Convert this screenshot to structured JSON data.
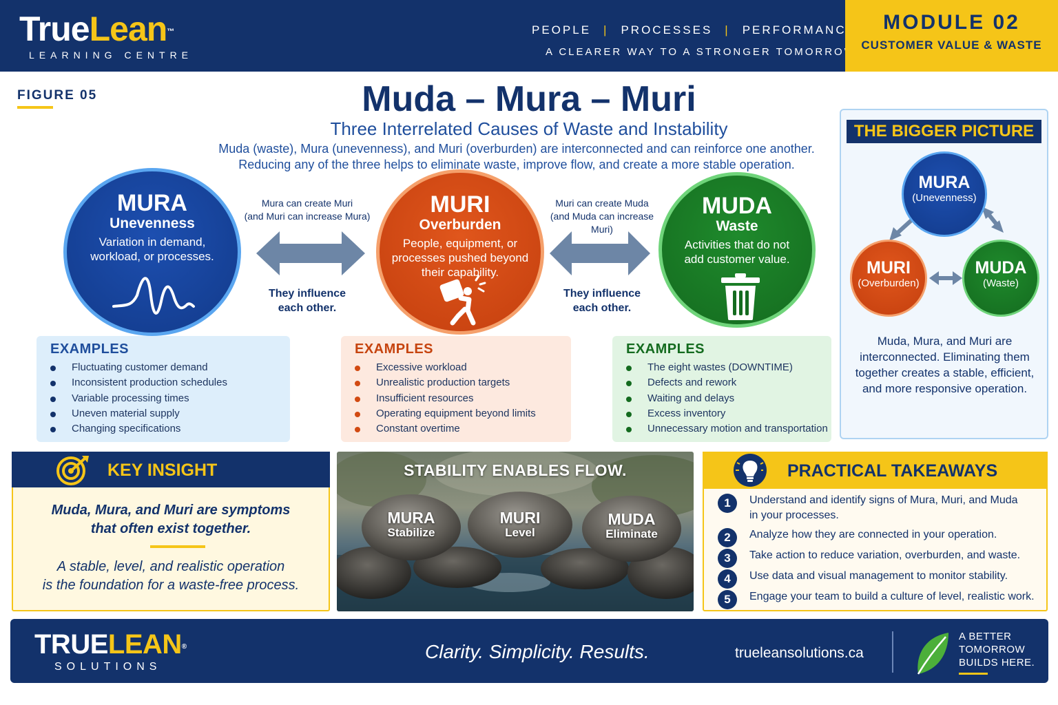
{
  "header": {
    "brand_true": "True",
    "brand_lean": "Lean",
    "brand_tm": "™",
    "brand_sub": "LEARNING CENTRE",
    "nav": [
      "PEOPLE",
      "PROCESSES",
      "PERFORMANCE"
    ],
    "nav_separator": "|",
    "tagline": "A CLEARER WAY TO A STRONGER TOMORROW",
    "module_number": "MODULE 02",
    "module_title": "CUSTOMER VALUE & WASTE"
  },
  "figure_label": "FIGURE 05",
  "title": "Muda – Mura – Muri",
  "subtitle": "Three Interrelated Causes of Waste and Instability",
  "intro_line1": "Muda (waste), Mura (unevenness), and Muri (overburden) are interconnected and can reinforce one another.",
  "intro_line2": "Reducing any of the three helps to eliminate waste, improve flow, and create a more stable operation.",
  "concepts": {
    "mura": {
      "name": "MURA",
      "subtitle": "Unevenness",
      "desc_line1": "Variation in demand,",
      "desc_line2": "workload, or processes.",
      "icon": "wave-icon"
    },
    "muri": {
      "name": "MURI",
      "subtitle": "Overburden",
      "desc_line1": "People, equipment, or",
      "desc_line2": "processes pushed beyond",
      "desc_line3": "their capability.",
      "icon": "heavy-load-person-icon"
    },
    "muda": {
      "name": "MUDA",
      "subtitle": "Waste",
      "desc_line1": "Activities that do not",
      "desc_line2": "add customer value.",
      "icon": "trash-can-icon"
    }
  },
  "relations": {
    "mura_muri_top1": "Mura can create Muri",
    "mura_muri_top2": "(and Muri can increase Mura)",
    "muri_muda_top1": "Muri can create Muda",
    "muri_muda_top2": "(and Muda can increase Muri)",
    "influence_line1": "They influence",
    "influence_line2": "each other."
  },
  "examples": {
    "heading": "EXAMPLES",
    "mura": [
      "Fluctuating customer demand",
      "Inconsistent production schedules",
      "Variable processing times",
      "Uneven material supply",
      "Changing specifications"
    ],
    "muri": [
      "Excessive workload",
      "Unrealistic production targets",
      "Insufficient resources",
      "Operating equipment beyond limits",
      "Constant overtime"
    ],
    "muda": [
      "The eight wastes (DOWNTIME)",
      "Defects and rework",
      "Waiting and delays",
      "Excess inventory",
      "Unnecessary motion and transportation"
    ]
  },
  "bigger_picture": {
    "title": "THE BIGGER PICTURE",
    "mura": {
      "name": "MURA",
      "sub": "(Unevenness)"
    },
    "muri": {
      "name": "MURI",
      "sub": "(Overburden)"
    },
    "muda": {
      "name": "MUDA",
      "sub": "(Waste)"
    },
    "text_line1": "Muda, Mura, and Muri are",
    "text_line2": "interconnected. Eliminating them",
    "text_line3": "together creates a stable, efficient,",
    "text_line4": "and more responsive operation."
  },
  "key_insight": {
    "title": "KEY INSIGHT",
    "main_line1": "Muda, Mura, and Muri are symptoms",
    "main_line2": "that often exist together.",
    "sub_line1": "A stable, level, and realistic operation",
    "sub_line2": "is the foundation for a waste-free process."
  },
  "stability": {
    "title": "STABILITY ENABLES FLOW.",
    "stones": [
      {
        "name": "MURA",
        "action": "Stabilize"
      },
      {
        "name": "MURI",
        "action": "Level"
      },
      {
        "name": "MUDA",
        "action": "Eliminate"
      }
    ]
  },
  "takeaways": {
    "title": "PRACTICAL TAKEAWAYS",
    "items": [
      {
        "num": "1",
        "line1": "Understand and identify signs of Mura, Muri, and Muda",
        "line2": "in your processes."
      },
      {
        "num": "2",
        "line1": "Analyze how they are connected in your operation.",
        "line2": ""
      },
      {
        "num": "3",
        "line1": "Take action to reduce variation, overburden, and waste.",
        "line2": ""
      },
      {
        "num": "4",
        "line1": "Use data and visual management to monitor stability.",
        "line2": ""
      },
      {
        "num": "5",
        "line1": "Engage your team to build a culture of level, realistic work.",
        "line2": ""
      }
    ]
  },
  "footer": {
    "brand_true": "TRUE",
    "brand_lean": "LEAN",
    "brand_reg": "®",
    "brand_sub": "SOLUTIONS",
    "slogan": "Clarity. Simplicity. Results.",
    "url": "trueleansolutions.ca",
    "tag_line1": "A BETTER",
    "tag_line2": "TOMORROW",
    "tag_line3": "BUILDS HERE."
  },
  "colors": {
    "navy": "#13326b",
    "yellow": "#f5c518",
    "mura_blue": "#123a8a",
    "muri_orange": "#d24a12",
    "muda_green": "#146b1f"
  }
}
